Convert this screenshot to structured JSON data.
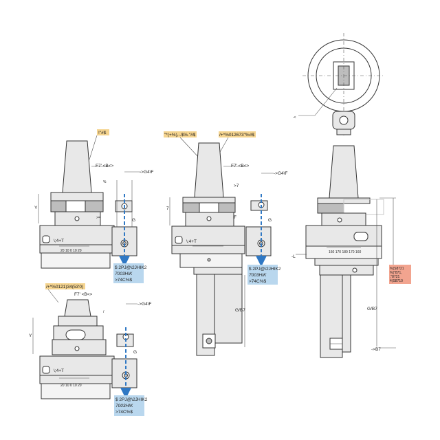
{
  "labels": {
    "a_tag": "!\"#$",
    "b_tag1": "\"*(+%),-.$%.\"#$",
    "b_tag2": "/+*%012673\"%#$",
    "c_tag": "/+*%0121)34(53'0)",
    "dim_f7": "F7' <B<>",
    "dim_g4f": "->G4\\F",
    "dim_g": "G",
    "dim_f": "F",
    "dim_gb7": "G/B7",
    "dim_b7": "->B7",
    "lbl_7": ">7",
    "lbl_dash": ">-",
    "lbl_wrench": "\\;4+T",
    "lbl_side_l": "-L",
    "lbl_side_c": "-<",
    "lbl_small1": "%",
    "lbl_small2": ">=",
    "lbl_small3": "/"
  },
  "scales": {
    "left": "20 10 0 10 20",
    "right": "160 170 180 170 160"
  },
  "blue_box": {
    "line1": "$ 2PJ@\\2JHIK2",
    "line2": "7003HIK",
    "line3": ">74C%$"
  },
  "red_box": {
    "line1": "%(S8721",
    "line2": "%(\"871,",
    "line3": ",\"8721",
    "line4": "4(S8710"
  },
  "colors": {
    "tag_fill": "#f5d48f",
    "info_fill": "#b9d7ee",
    "alert_fill": "#f2a48f",
    "arrow_blue": "#2f78c4"
  }
}
